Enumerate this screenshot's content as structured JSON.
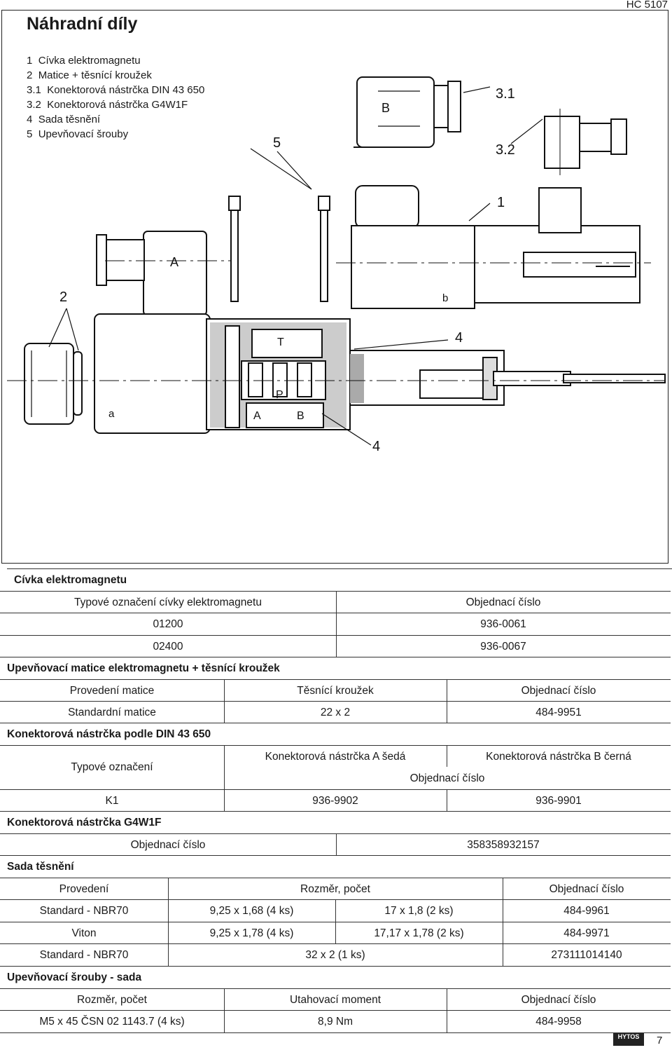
{
  "header": {
    "doc_code": "HC 5107",
    "title": "Náhradní díly"
  },
  "legend": [
    {
      "num": "1",
      "text": "Cívka elektromagnetu"
    },
    {
      "num": "2",
      "text": "Matice + těsnící kroužek"
    },
    {
      "num": "3.1",
      "text": "Konektorová nástrčka DIN 43 650"
    },
    {
      "num": "3.2",
      "text": "Konektorová nástrčka G4W1F"
    },
    {
      "num": "4",
      "text": "Sada těsnění"
    },
    {
      "num": "5",
      "text": "Upevňovací šrouby"
    }
  ],
  "diagram_labels": {
    "l5": "5",
    "l31": "3.1",
    "l32": "3.2",
    "l1": "1",
    "l2": "2",
    "l4a": "4",
    "l4b": "4",
    "A": "A",
    "B": "B",
    "T": "T",
    "P": "P",
    "a": "a",
    "b": "b",
    "portA": "A",
    "portB": "B"
  },
  "coil": {
    "title": "Cívka elektromagnetu",
    "col1": "Typové označení cívky elektromagnetu",
    "col2": "Objednací číslo",
    "rows": [
      [
        "01200",
        "936-0061"
      ],
      [
        "02400",
        "936-0067"
      ]
    ]
  },
  "nut": {
    "title": "Upevňovací matice elektromagnetu + těsnící kroužek",
    "col1": "Provedení matice",
    "col2": "Těsnící kroužek",
    "col3": "Objednací číslo",
    "row": [
      "Standardní matice",
      "22 x 2",
      "484-9951"
    ]
  },
  "din": {
    "title": "Konektorová nástrčka podle DIN 43 650",
    "col1": "Typové označení",
    "colA": "Konektorová nástrčka A šedá",
    "colB": "Konektorová nástrčka B černá",
    "sub": "Objednací číslo",
    "row": [
      "K1",
      "936-9902",
      "936-9901"
    ]
  },
  "g4w1f": {
    "title": "Konektorová nástrčka G4W1F",
    "label": "Objednací číslo",
    "value": "358358932157"
  },
  "seals": {
    "title": "Sada těsnění",
    "col1": "Provedení",
    "col2": "Rozměr, počet",
    "col3": "Objednací číslo",
    "rows": [
      [
        "Standard - NBR70",
        "9,25 x 1,68 (4 ks)",
        "17 x 1,8 (2 ks)",
        "484-9961"
      ],
      [
        "Viton",
        "9,25 x 1,78 (4 ks)",
        "17,17 x 1,78 (2 ks)",
        "484-9971"
      ]
    ],
    "row3": [
      "Standard - NBR70",
      "32 x 2 (1 ks)",
      "273111014140"
    ]
  },
  "screws": {
    "title": "Upevňovací šrouby - sada",
    "col1": "Rozměr, počet",
    "col2": "Utahovací moment",
    "col3": "Objednací číslo",
    "row": [
      "M5 x 45 ČSN 02 1143.7 (4 ks)",
      "8,9 Nm",
      "484-9958"
    ]
  },
  "footer": {
    "logo": "HYTOS",
    "page": "7"
  }
}
